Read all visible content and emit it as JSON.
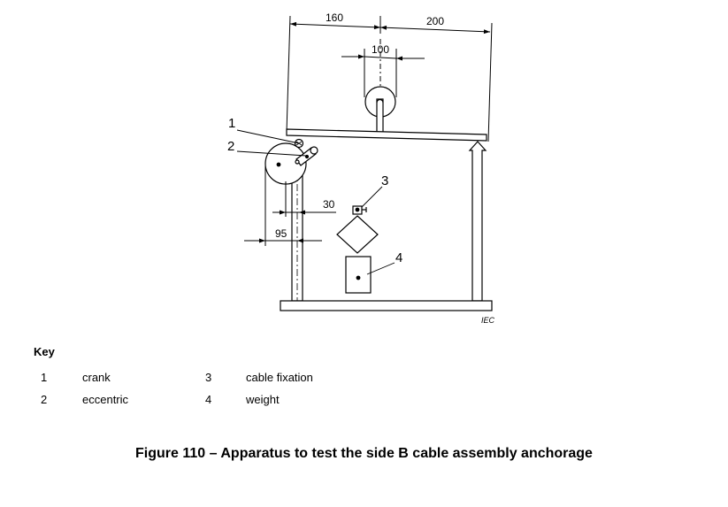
{
  "diagram": {
    "dimensions": {
      "d160": "160",
      "d200": "200",
      "d100": "100",
      "d30": "30",
      "d95": "95"
    },
    "callouts": [
      "1",
      "2",
      "3",
      "4"
    ],
    "source": "IEC"
  },
  "key": {
    "title": "Key",
    "items": [
      {
        "num": "1",
        "label": "crank"
      },
      {
        "num": "2",
        "label": "eccentric"
      },
      {
        "num": "3",
        "label": "cable fixation"
      },
      {
        "num": "4",
        "label": "weight"
      }
    ]
  },
  "caption": "Figure 110 – Apparatus to test the side B cable assembly anchorage"
}
